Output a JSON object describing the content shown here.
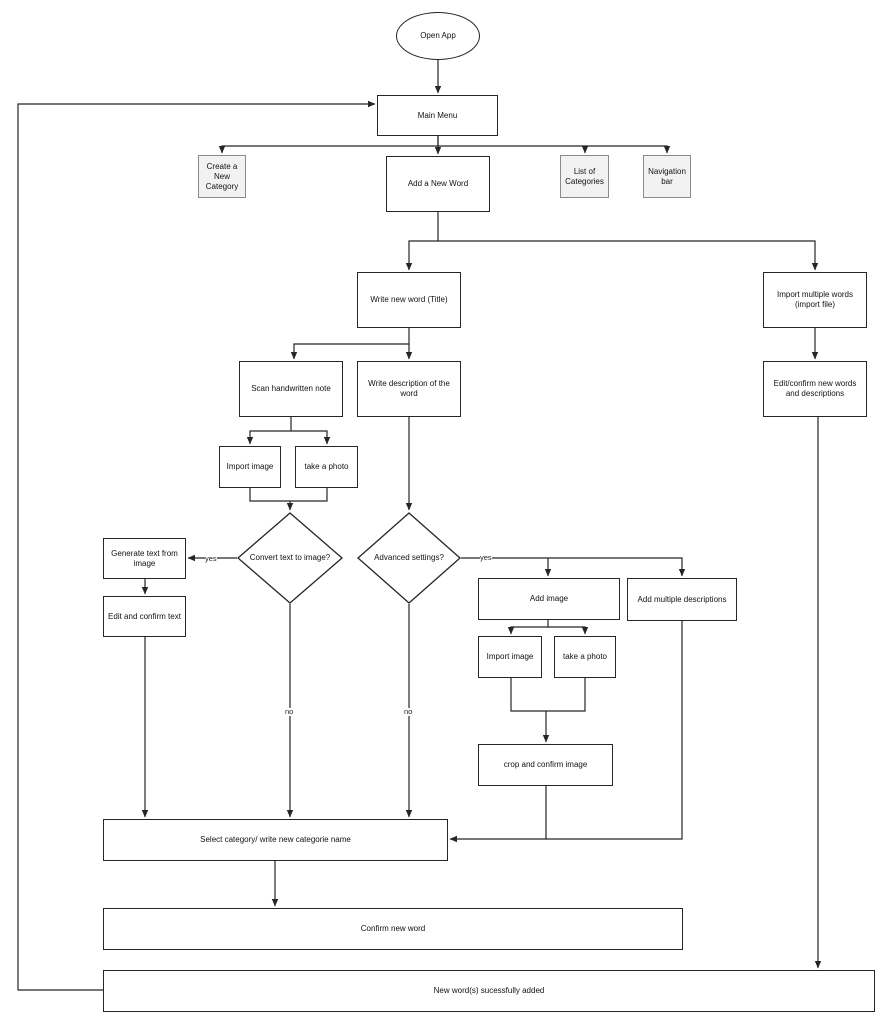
{
  "nodes": {
    "open_app": "Open App",
    "main_menu": "Main Menu",
    "create_category": "Create a New Category",
    "add_new_word": "Add a New Word",
    "list_categories": "List of Categories",
    "navigation_bar": "Navigation bar",
    "write_title": "Write new word (Title)",
    "import_multiple": "Import multiple words (import file)",
    "scan_note": "Scan handwritten note",
    "write_description": "Write description of the word",
    "edit_confirm_words": "Edit/confirm new words and descriptions",
    "import_image_1": "Import image",
    "take_photo_1": "take a photo",
    "convert_decision": "Convert text to image?",
    "advanced_decision": "Advanced settings?",
    "generate_text": "Generate text from image",
    "edit_confirm_text": "Edit and confirm text",
    "add_image": "Add image",
    "add_multiple_desc": "Add multiple descriptions",
    "import_image_2": "Import image",
    "take_photo_2": "take a photo",
    "crop_confirm": "crop and confirm image",
    "select_category": "Select category/ write new categorie name",
    "confirm_word": "Confirm new word",
    "success": "New word(s) sucessfully added"
  },
  "edge_labels": {
    "yes_convert": "yes",
    "yes_advanced": "yes",
    "no_convert": "no",
    "no_advanced": "no"
  },
  "colors": {
    "stroke": "#262626",
    "grey_fill": "#f2f2f2",
    "grey_stroke": "#8a8a8a"
  }
}
